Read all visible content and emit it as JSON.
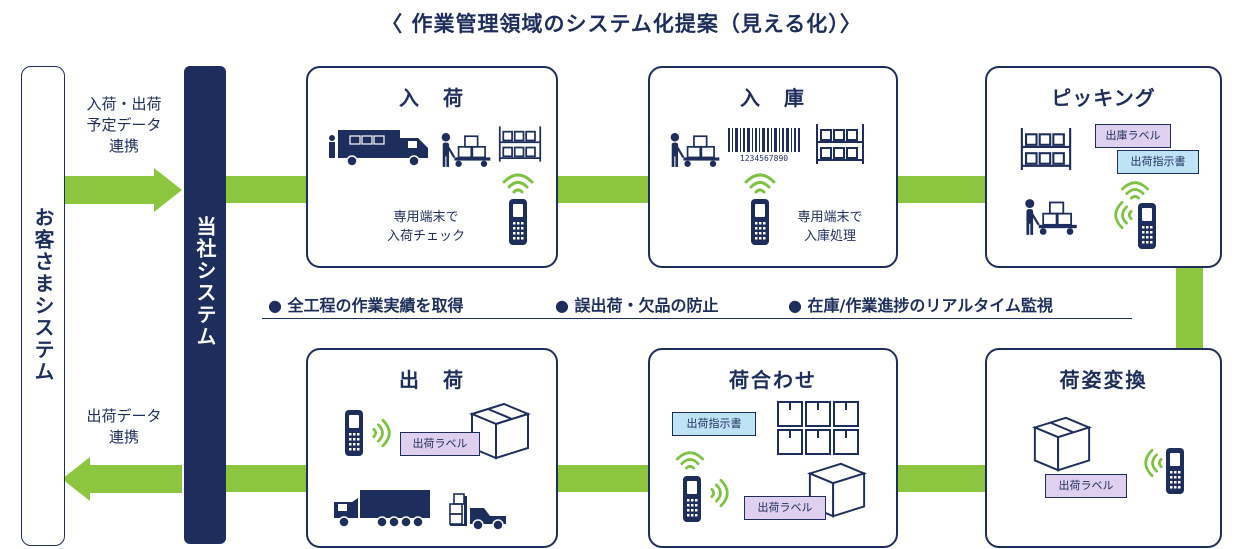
{
  "title": "〈 作業管理領域のシステム化提案（見える化）〉",
  "customer_system": "お客さまシステム",
  "our_system": "当社システム",
  "inbound_flow": [
    "入荷・出荷",
    "予定データ",
    "連携"
  ],
  "outbound_flow": [
    "出荷データ",
    "連携"
  ],
  "features": [
    "● 全工程の作業実績を取得",
    "● 誤出荷・欠品の防止",
    "● 在庫/作業進捗のリアルタイム監視"
  ],
  "cards": {
    "receiving": {
      "title": "入　荷",
      "caption": [
        "専用端末で",
        "入荷チェック"
      ]
    },
    "storage": {
      "title": "入　庫",
      "caption": [
        "専用端末で",
        "入庫処理"
      ],
      "barcode": "1234567890"
    },
    "picking": {
      "title": "ピッキング",
      "label1": "出庫ラベル",
      "label2": "出荷指示書"
    },
    "shipping": {
      "title": "出　荷",
      "label": "出荷ラベル"
    },
    "matching": {
      "title": "荷合わせ",
      "label1": "出荷指示書",
      "label2": "出荷ラベル"
    },
    "repack": {
      "title": "荷姿変換",
      "label": "出荷ラベル"
    }
  },
  "colors": {
    "navy": "#1e2e5c",
    "green": "#8cc63f",
    "lavender": "#ded0ee",
    "lightblue": "#bfe3f6"
  }
}
